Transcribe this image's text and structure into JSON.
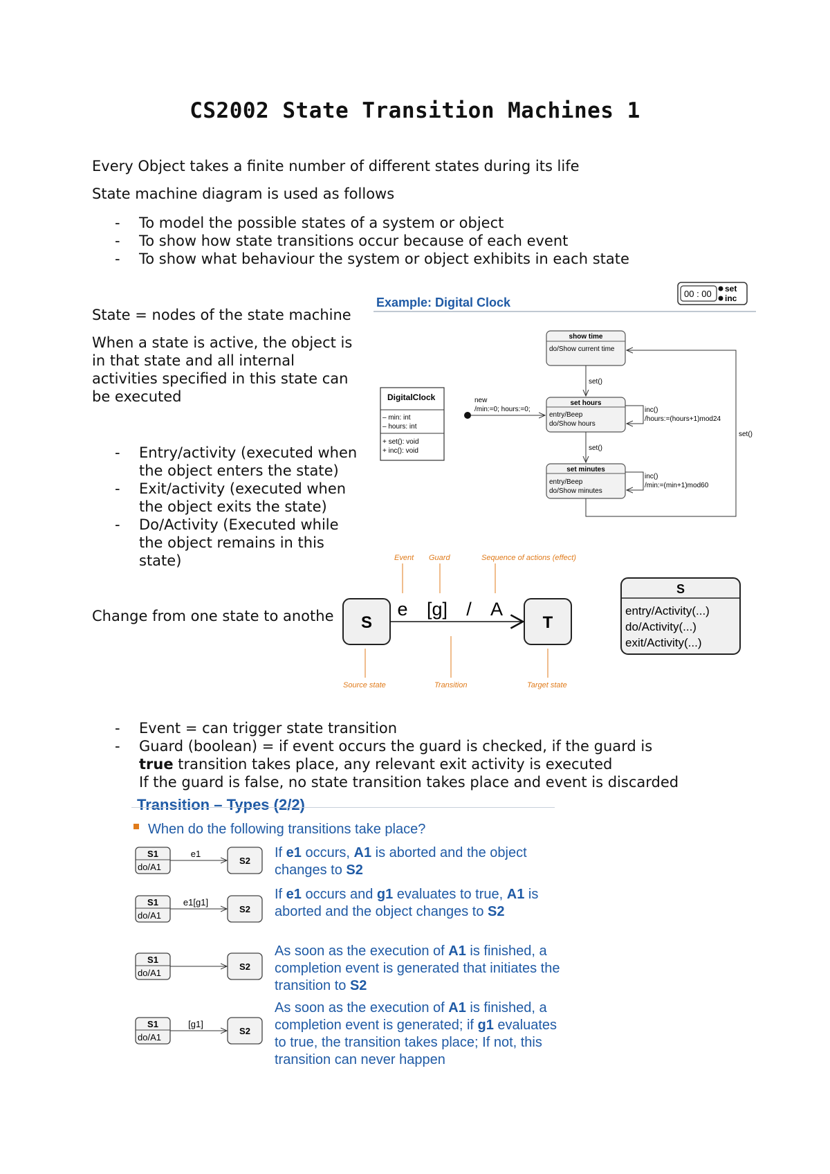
{
  "title": "CS2002 State Transition Machines 1",
  "intro": {
    "line1": "Every Object takes a finite number of different states during its life",
    "line2": "State machine diagram is used as follows",
    "bullets": [
      "To model the possible states of a system or object",
      "To show how state transitions occur because of each event",
      "To show what behaviour the system or object exhibits in each state"
    ]
  },
  "state_section": {
    "line1": "State = nodes of the state machine",
    "para": [
      "When a state is active, the object is",
      "in that state and all internal",
      "activities specified in this state can",
      "be executed"
    ],
    "bullets": [
      [
        "Entry/activity (executed when",
        "the object enters the state)"
      ],
      [
        "Exit/activity (executed when",
        "the object exits the state)"
      ],
      [
        "Do/Activity (Executed while",
        "the object remains in this",
        "state)"
      ]
    ]
  },
  "clock_diagram": {
    "heading": "Example: Digital Clock",
    "display": "00 : 00",
    "buttons": [
      "set",
      "inc"
    ],
    "class_name": "DigitalClock",
    "class_attrs": [
      "– min: int",
      "– hours: int"
    ],
    "class_ops": [
      "+ set(): void",
      "+ inc(): void"
    ],
    "init_label": [
      "new",
      "/min:=0; hours:=0;"
    ],
    "states": [
      {
        "name": "show time",
        "body": [
          "do/Show current time"
        ]
      },
      {
        "name": "set hours",
        "body": [
          "entry/Beep",
          "do/Show hours"
        ]
      },
      {
        "name": "set minutes",
        "body": [
          "entry/Beep",
          "do/Show minutes"
        ]
      }
    ],
    "labels": {
      "set1": "set()",
      "set2": "set()",
      "set3": "set()",
      "inc_hours": [
        "inc()",
        "/hours:=(hours+1)mod24"
      ],
      "inc_min": [
        "inc()",
        "/min:=(min+1)mod60"
      ]
    }
  },
  "change_line": "Change from one state to anothe",
  "transition_diagram": {
    "source": "S",
    "target": "T",
    "event": "e",
    "guard": "[g]",
    "slash": "/",
    "action": "A",
    "notes": {
      "event": "Event",
      "guard": "Guard",
      "effect": "Sequence of actions (effect)",
      "source_state": "Source state",
      "transition": "Transition",
      "target_state": "Target state"
    },
    "state_box": {
      "name": "S",
      "lines": [
        "entry/Activity(...)",
        "do/Activity(...)",
        "exit/Activity(...)"
      ]
    }
  },
  "event_section": {
    "bullets": [
      [
        "Event = can   trigger state transition"
      ],
      [
        "Guard (boolean) = if event occurs the guard is checked, if the guard is"
      ]
    ],
    "guard_true": "true",
    "guard_line2": " transition takes place, any relevant exit activity is executed",
    "guard_line3": "If the guard is false, no state transition takes place and event is discarded"
  },
  "transition_types": {
    "cut_heading": "Transition – Types (2/2)",
    "bullet": "When do the following transitions take place?",
    "rows": [
      {
        "s1": "S1",
        "s1_body": "do/A1",
        "label": "e1",
        "s2": "S2",
        "desc": [
          [
            "If ",
            "e1",
            " occurs, ",
            "A1",
            " is aborted and the object"
          ],
          [
            "changes to ",
            "S2"
          ]
        ]
      },
      {
        "s1": "S1",
        "s1_body": "do/A1",
        "label": "e1[g1]",
        "s2": "S2",
        "desc": [
          [
            "If ",
            "e1",
            " occurs and ",
            "g1",
            " evaluates to true, ",
            "A1",
            "  is"
          ],
          [
            "aborted and the object changes to ",
            "S2"
          ]
        ]
      },
      {
        "s1": "S1",
        "s1_body": "do/A1",
        "label": "",
        "s2": "S2",
        "desc": [
          [
            "As soon as the execution of ",
            "A1",
            " is finished, a"
          ],
          [
            "completion event is generated that initiates the"
          ],
          [
            "transition to ",
            "S2"
          ]
        ]
      },
      {
        "s1": "S1",
        "s1_body": "do/A1",
        "label": "[g1]",
        "s2": "S2",
        "desc": [
          [
            "As soon as the execution of ",
            "A1",
            " is finished, a"
          ],
          [
            "completion event is generated; if ",
            "g1",
            " evaluates"
          ],
          [
            "to true, the transition takes place; If not, this"
          ],
          [
            "transition can never happen"
          ]
        ]
      }
    ]
  }
}
